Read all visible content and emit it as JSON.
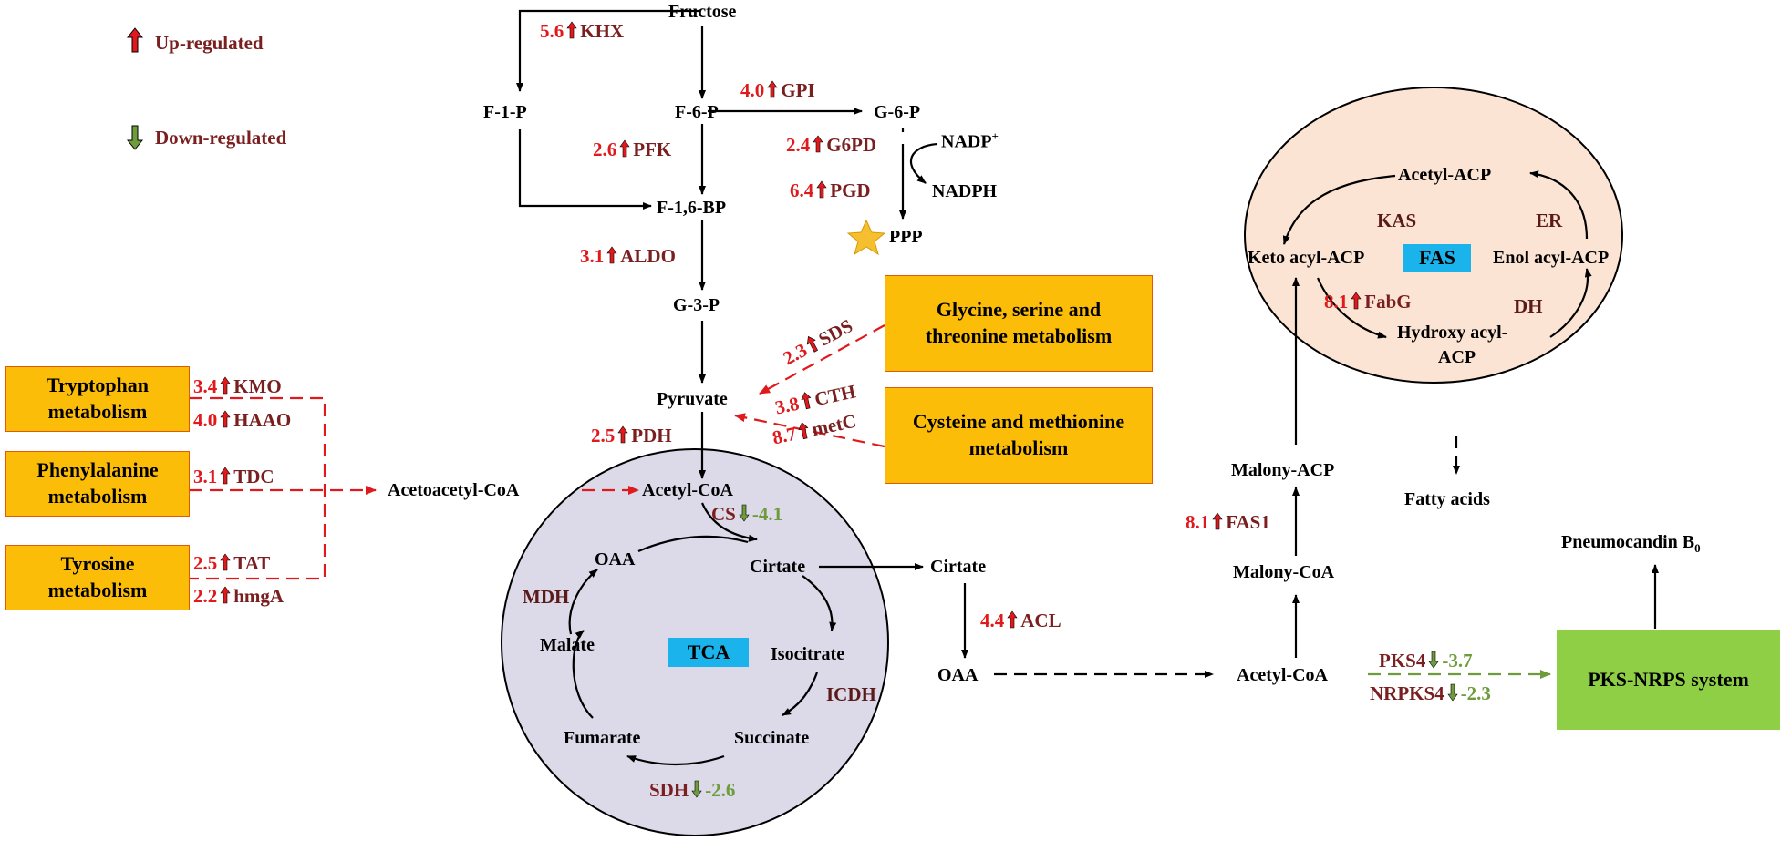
{
  "legend": {
    "up_label": "Up-regulated",
    "down_label": "Down-regulated",
    "colors": {
      "up": "#e0191c",
      "down": "#6e9c3c",
      "enzyme": "#7a1f1f"
    }
  },
  "nodes": {
    "fructose": "Fructose",
    "f1p": "F-1-P",
    "f6p": "F-6-P",
    "g6p": "G-6-P",
    "nadp": "NADP",
    "nadp_sup": "+",
    "nadph": "NADPH",
    "f16bp": "F-1,6-BP",
    "ppp": "PPP",
    "g3p": "G-3-P",
    "pyruvate": "Pyruvate",
    "acetoacetyl_coa": "Acetoacetyl-CoA",
    "acetyl_coa_tca": "Acetyl-CoA",
    "oaa_tca": "OAA",
    "cirtate_tca": "Cirtate",
    "cirtate_out": "Cirtate",
    "isocitrate": "Isocitrate",
    "succinate": "Succinate",
    "fumarate": "Fumarate",
    "malate": "Malate",
    "oaa_out": "OAA",
    "acetyl_coa_right": "Acetyl-CoA",
    "malony_coa": "Malony-CoA",
    "malony_acp": "Malony-ACP",
    "fatty_acids": "Fatty acids",
    "pneumocandin": "Pneumocandin B",
    "pneumocandin_sub": "0",
    "acetyl_acp": "Acetyl-ACP",
    "keto_acyl_acp": "Keto acyl-ACP",
    "enol_acyl_acp": "Enol acyl-ACP",
    "hydroxy_acyl_acp_1": "Hydroxy acyl-",
    "hydroxy_acyl_acp_2": "ACP"
  },
  "tags": {
    "tca": "TCA",
    "fas": "FAS",
    "pks_nrps": "PKS-NRPS system"
  },
  "pathway_boxes": {
    "tryptophan": [
      "Tryptophan",
      "metabolism"
    ],
    "phenylalanine": [
      "Phenylalanine",
      "metabolism"
    ],
    "tyrosine": [
      "Tyrosine",
      "metabolism"
    ],
    "glycine": [
      "Glycine, serine and",
      "threonine metabolism"
    ],
    "cysteine": [
      "Cysteine and methionine",
      "metabolism"
    ]
  },
  "enzymes": {
    "khx": {
      "value": "5.6",
      "name": "KHX",
      "dir": "up"
    },
    "gpi": {
      "value": "4.0",
      "name": "GPI",
      "dir": "up"
    },
    "pfk": {
      "value": "2.6",
      "name": "PFK",
      "dir": "up"
    },
    "g6pd": {
      "value": "2.4",
      "name": "G6PD",
      "dir": "up"
    },
    "pgd": {
      "value": "6.4",
      "name": "PGD",
      "dir": "up"
    },
    "aldo": {
      "value": "3.1",
      "name": "ALDO",
      "dir": "up"
    },
    "sds": {
      "value": "2.3",
      "name": "SDS",
      "dir": "up"
    },
    "cth": {
      "value": "3.8",
      "name": "CTH",
      "dir": "up"
    },
    "metc": {
      "value": "8.7",
      "name": "metC",
      "dir": "up"
    },
    "pdh": {
      "value": "2.5",
      "name": "PDH",
      "dir": "up"
    },
    "kmo": {
      "value": "3.4",
      "name": "KMO",
      "dir": "up"
    },
    "haao": {
      "value": "4.0",
      "name": "HAAO",
      "dir": "up"
    },
    "tdc": {
      "value": "3.1",
      "name": "TDC",
      "dir": "up"
    },
    "tat": {
      "value": "2.5",
      "name": "TAT",
      "dir": "up"
    },
    "hmga": {
      "value": "2.2",
      "name": "hmgA",
      "dir": "up"
    },
    "cs": {
      "value": "-4.1",
      "name": "CS",
      "dir": "down"
    },
    "sdh": {
      "value": "-2.6",
      "name": "SDH",
      "dir": "down"
    },
    "acl": {
      "value": "4.4",
      "name": "ACL",
      "dir": "up"
    },
    "fas1": {
      "value": "8.1",
      "name": "FAS1",
      "dir": "up"
    },
    "fabg": {
      "value": "8.1",
      "name": "FabG",
      "dir": "up"
    },
    "pks4": {
      "value": "-3.7",
      "name": "PKS4",
      "dir": "down"
    },
    "nrpks4": {
      "value": "-2.3",
      "name": "NRPKS4",
      "dir": "down"
    },
    "mdh": {
      "name": "MDH"
    },
    "icdh": {
      "name": "ICDH"
    },
    "kas": {
      "name": "KAS"
    },
    "er": {
      "name": "ER"
    },
    "dh": {
      "name": "DH"
    }
  },
  "icons": {
    "up": "red-up-arrow-icon",
    "down": "green-down-arrow-icon",
    "ppp": "gold-star-icon"
  }
}
